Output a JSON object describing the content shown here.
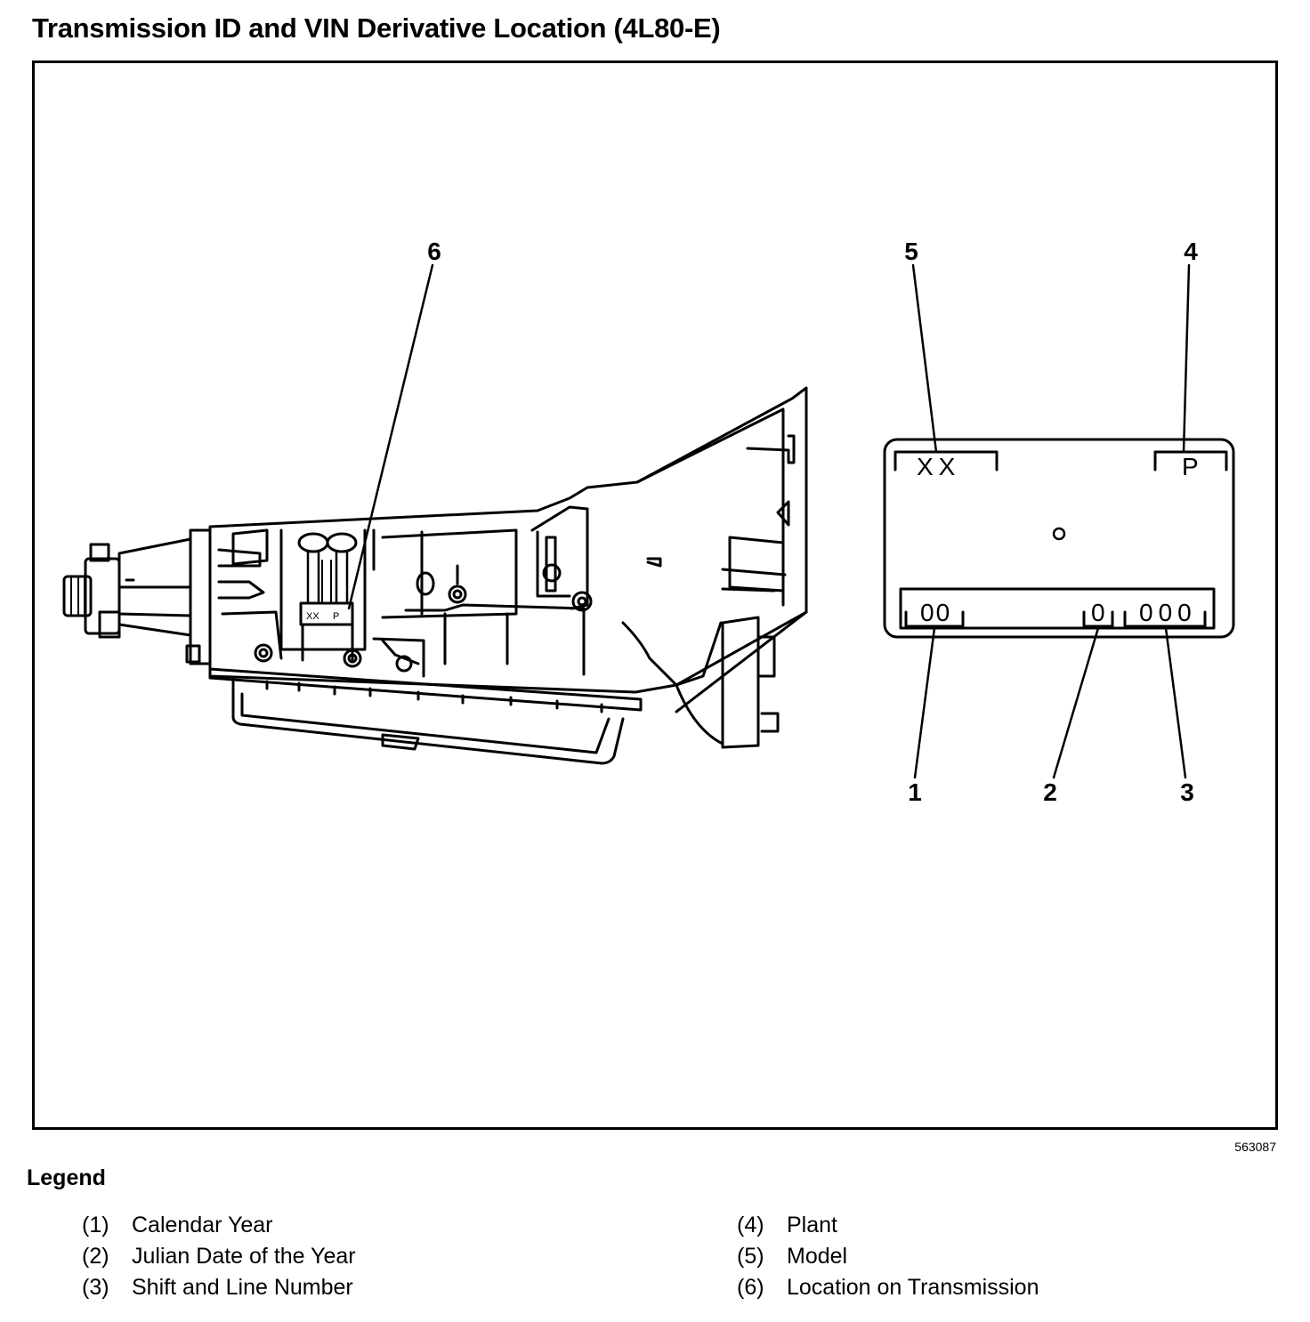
{
  "title": "Transmission ID and VIN Derivative Location (4L80-E)",
  "figure_number": "563087",
  "callouts": {
    "c1": "1",
    "c2": "2",
    "c3": "3",
    "c4": "4",
    "c5": "5",
    "c6": "6"
  },
  "label_plate": {
    "model_code": "XX",
    "plant_code": "P",
    "year_code": "00",
    "julian_code": "0",
    "shift_line_code": "000"
  },
  "tag_on_transmission": {
    "model": "XX",
    "plant": "P"
  },
  "legend": {
    "heading": "Legend",
    "items": [
      {
        "num": "(1)",
        "label": "Calendar Year"
      },
      {
        "num": "(2)",
        "label": "Julian Date of the Year"
      },
      {
        "num": "(3)",
        "label": "Shift and Line Number"
      },
      {
        "num": "(4)",
        "label": "Plant"
      },
      {
        "num": "(5)",
        "label": "Model"
      },
      {
        "num": "(6)",
        "label": "Location on Transmission"
      }
    ]
  }
}
